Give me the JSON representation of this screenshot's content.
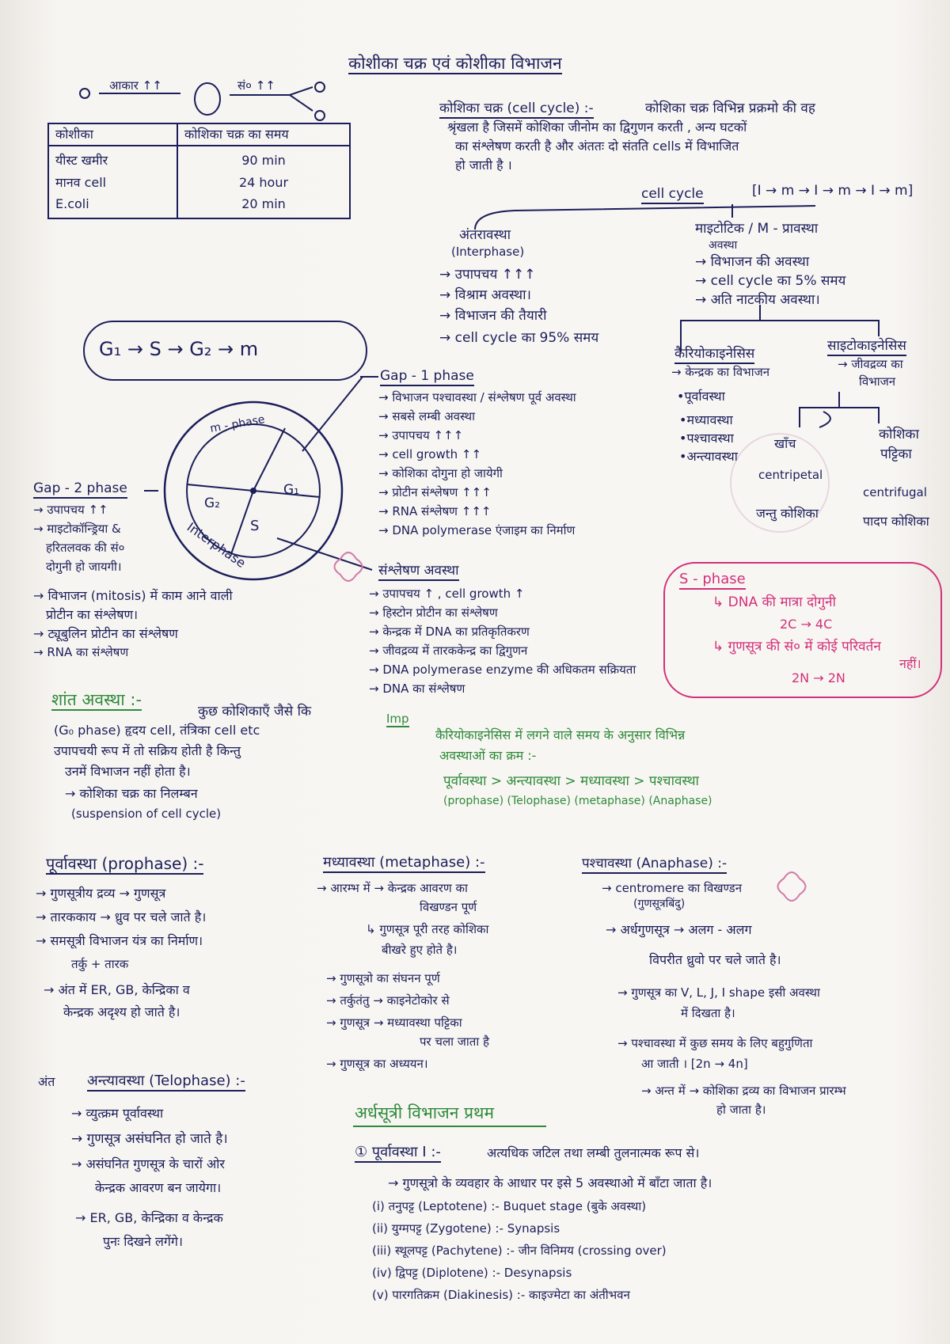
{
  "title": "कोशीका चक्र एवं कोशीका विभाजन",
  "size_note": {
    "left": "O",
    "arrow1": "आकार ↑↑",
    "mid": "O",
    "arrow2": "सं० ↑↑",
    "right_top": "O",
    "right_bottom": "O"
  },
  "table": {
    "headers": [
      "कोशीका",
      "कोशिका चक्र का समय"
    ],
    "rows": [
      [
        "यीस्ट खमीर",
        "90 min"
      ],
      [
        "मानव cell",
        "24 hour"
      ],
      [
        "E.coli",
        "20 min"
      ]
    ]
  },
  "cell_cycle_def": {
    "heading": "कोशिका चक्र (cell cycle) :-",
    "lines": [
      "कोशिका चक्र विभिन्न प्रक्रमो की वह",
      "श्रृंखला है जिसमें कोशिका जीनोम का द्विगुणन करती , अन्य घटकों",
      "का संश्लेषण करती है और अंततः दो संतति cells में विभाजित",
      "हो जाती है ।"
    ]
  },
  "cycle_label": "cell cycle",
  "cycle_formula": "[I → m → I → m → I → m]",
  "interphase": {
    "heading": "अंतरावस्था",
    "sub": "(Interphase)",
    "points": [
      "→ उपापचय ↑↑↑",
      "→ विश्राम अवस्था।",
      "→ विभाजन की तैयारी",
      "→ cell cycle का 95% समय"
    ]
  },
  "mitotic": {
    "heading": "माइटोटिक / M - प्रावस्था",
    "sub": "अवस्था",
    "points": [
      "→ विभाजन की अवस्था",
      "→ cell cycle का 5% समय",
      "→ अति नाटकीय अवस्था।"
    ]
  },
  "phase_flow": "G₁ → S → G₂ → m",
  "karyokinesis": {
    "heading": "कैरियोकाइनेसिस",
    "points": [
      "→ केन्द्रक का विभाजन",
      "•पूर्वावस्था",
      "•मध्यावस्था",
      "•पश्चावस्था",
      "•अन्त्यावस्था"
    ]
  },
  "cytokinesis": {
    "heading": "साइटोकाइनेसिस",
    "points": [
      "→ जीवद्रव्य का",
      "विभाजन"
    ]
  },
  "furrow": {
    "label": "खाँच",
    "type": "centripetal",
    "cell": "जन्तु कोशिका"
  },
  "plate": {
    "label": "कोशिका",
    "label2": "पट्टिका",
    "type": "centrifugal",
    "cell": "पादप कोशिका"
  },
  "circle": {
    "m": "m - phase",
    "g1": "G₁",
    "g2": "G₂",
    "s": "S",
    "inter": "Interphase"
  },
  "gap1": {
    "heading": "Gap - 1 phase",
    "points": [
      "→ विभाजन पश्चावस्था / संश्लेषण पूर्व अवस्था",
      "→ सबसे लम्बी अवस्था",
      "→ उपापचय ↑↑↑",
      "→ cell growth ↑↑",
      "→ कोशिका दोगुना हो जायेगी",
      "→ प्रोटीन संश्लेषण ↑↑↑",
      "→ RNA संश्लेषण ↑↑↑",
      "→ DNA polymerase एंजाइम का निर्माण"
    ]
  },
  "gap2": {
    "heading": "Gap - 2 phase",
    "points": [
      "→ उपापचय ↑↑",
      "→ माइटोकॉन्ड्रिया &",
      "हरितलवक की सं०",
      "दोगुनी हो जायगी।",
      "→ विभाजन (mitosis) में काम आने वाली",
      "प्रोटीन का संश्लेषण।",
      "→ ट्यूबुलिन प्रोटीन का संश्लेषण",
      "→ RNA का संश्लेषण"
    ]
  },
  "s_phase_notes": {
    "heading": "संश्लेषण अवस्था",
    "points": [
      "→ उपापचय ↑ , cell growth ↑",
      "→ हिस्टोन प्रोटीन का संश्लेषण",
      "→ केन्द्रक में DNA का प्रतिकृतिकरण",
      "→ जीवद्रव्य में तारककेन्द्र का द्विगुणन",
      "→ DNA polymerase enzyme की अधिकतम सक्रियता",
      "→ DNA का संश्लेषण"
    ]
  },
  "s_box": {
    "heading": "S - phase",
    "line1": "↳ DNA की मात्रा दोगुनी",
    "line2": "2C → 4C",
    "line3": "↳ गुणसूत्र की सं० में कोई परिवर्तन",
    "line4": "नहीं।",
    "line5": "2N → 2N"
  },
  "g0": {
    "heading": "शांत अवस्था :-",
    "lines": [
      "कुछ कोशिकाएँ जैसे कि",
      "(G₀ phase)  हृदय cell, तंत्रिका cell etc",
      "उपापचयी रूप में तो सक्रिय होती है किन्तु",
      "उनमें विभाजन नहीं होता है।",
      "→ कोशिका चक्र का निलम्बन",
      "(suspension of cell cycle)"
    ]
  },
  "order_note": {
    "tag": "Imp",
    "line1": "कैरियोकाइनेसिस में लगने वाले समय के अनुसार विभिन्न",
    "line2": "अवस्थाओं का क्रम :-",
    "order": "पूर्वावस्था > अन्त्यावस्था > मध्यावस्था > पश्चावस्था",
    "order_en": "(prophase)  (Telophase)   (metaphase)   (Anaphase)"
  },
  "prophase": {
    "heading": "पूर्वावस्था (prophase) :-",
    "points": [
      "→ गुणसूत्रीय द्रव्य → गुणसूत्र",
      "→ तारककाय → ध्रुव पर चले जाते है।",
      "→ समसूत्री विभाजन यंत्र का निर्माण।",
      "तर्कु + तारक",
      "→ अंत में ER, GB, केन्द्रिका व",
      "केन्द्रक अदृश्य हो जाते है।"
    ]
  },
  "metaphase": {
    "heading": "मध्यावस्था (metaphase) :-",
    "points": [
      "→ आरम्भ में → केन्द्रक आवरण का",
      "विखण्डन पूर्ण",
      "↳ गुणसूत्र पूरी तरह कोशिका",
      "बीखरे हुए होते है।",
      "→ गुणसूत्रो का संघनन पूर्ण",
      "→ तर्कुतंतु → काइनेटोकोर से",
      "→ गुणसूत्र → मध्यावस्था पट्टिका",
      "पर चला जाता है",
      "→ गुणसूत्र का अध्ययन।"
    ]
  },
  "anaphase": {
    "heading": "पश्चावस्था (Anaphase) :-",
    "points": [
      "→ centromere का विखण्डन",
      "(गुणसूत्रबिंदु)",
      "→ अर्धगुणसूत्र → अलग - अलग",
      "विपरीत ध्रुवो पर चले जाते है।",
      "→ गुणसूत्र का V, L, J, I shape इसी अवस्था",
      "में दिखता है।",
      "→ पश्चावस्था में कुछ समय के लिए बहुगुणिता",
      "आ जाती ।     [2n → 4n]",
      "→ अन्त में → कोशिका द्रव्य का विभाजन प्रारम्भ",
      "हो जाता है।"
    ]
  },
  "telophase": {
    "tag": "अंत",
    "heading": "अन्त्यावस्था (Telophase) :-",
    "points": [
      "→ व्युत्क्रम पूर्वावस्था",
      "→ गुणसूत्र असंघनित हो जाते है।",
      "→ असंघनित गुणसूत्र के चारों ओर",
      "केन्द्रक आवरण बन जायेगा।",
      "→ ER, GB, केन्द्रिका व केन्द्रक",
      "पुनः दिखने लगेंगे।"
    ]
  },
  "meiosis": {
    "heading": "अर्धसूत्री विभाजन प्रथम",
    "sub_heading": "① पूर्वावस्था I :-",
    "intro": "अत्यधिक जटिल तथा लम्बी तुलनात्मक रूप से।",
    "line2": "→ गुणसूत्रो के व्यवहार के आधार पर इसे 5 अवस्थाओ में बाँटा जाता है।",
    "stages": [
      "(i) तनुपट्ट (Leptotene) :- Buquet stage (बुके अवस्था)",
      "(ii) युग्मपट्ट (Zygotene) :- Synapsis",
      "(iii) स्थूलपट्ट (Pachytene) :- जीन विनिमय (crossing over)",
      "(iv) द्विपट्ट (Diplotene) :- Desynapsis",
      "(v) पारगतिक्रम (Diakinesis) :- काइज्मेटा का अंतीभवन"
    ]
  }
}
